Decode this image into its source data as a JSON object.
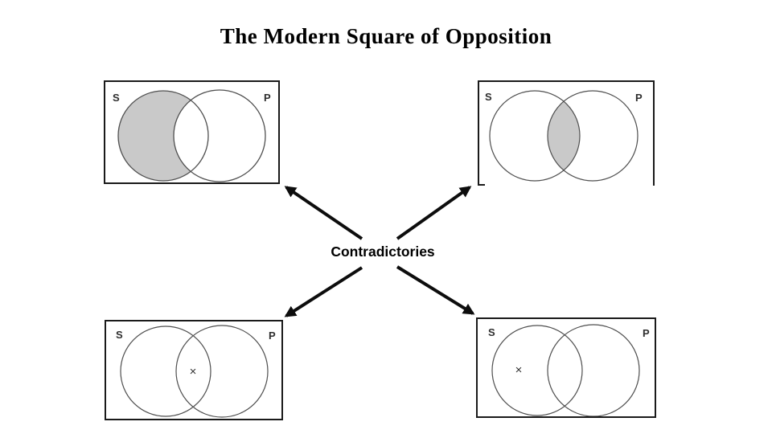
{
  "title": "The Modern Square of Opposition",
  "relation": {
    "center_label": "Contradictories"
  },
  "colors": {
    "shade": "#c9c9c9",
    "circle_line": "#4f4f4f",
    "arrow": "#0d0d0d"
  },
  "diagrams": {
    "top_left": {
      "s_label": "S",
      "p_label": "P",
      "shaded_region": "s-only-crescent",
      "mark": ""
    },
    "top_right": {
      "s_label": "S",
      "p_label": "P",
      "shaded_region": "intersection",
      "mark": ""
    },
    "bottom_left": {
      "s_label": "S",
      "p_label": "P",
      "shaded_region": "none",
      "mark": "×",
      "mark_region": "intersection"
    },
    "bottom_right": {
      "s_label": "S",
      "p_label": "P",
      "shaded_region": "none",
      "mark": "×",
      "mark_region": "s-only-crescent"
    }
  }
}
